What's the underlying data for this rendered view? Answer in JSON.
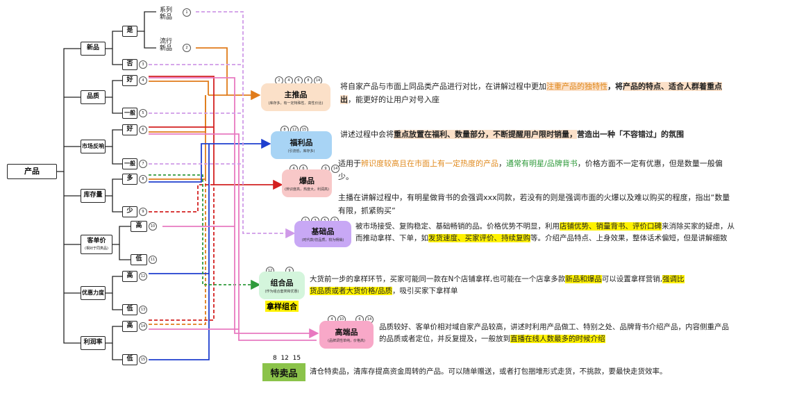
{
  "root": "产品",
  "dimensions": [
    {
      "label": "新品"
    },
    {
      "label": "品质"
    },
    {
      "label": "市场反响"
    },
    {
      "label": "库存量"
    },
    {
      "label": "客单价",
      "note": "(相对于同类品)"
    },
    {
      "label": "优惠力度"
    },
    {
      "label": "利润率"
    }
  ],
  "options": [
    {
      "label": "是",
      "num": ""
    },
    {
      "label": "系列\n新品",
      "num": "1"
    },
    {
      "label": "流行\n新品",
      "num": "2"
    },
    {
      "label": "否",
      "num": "3"
    },
    {
      "label": "好",
      "num": "4"
    },
    {
      "label": "一般",
      "num": "5"
    },
    {
      "label": "好",
      "num": "6"
    },
    {
      "label": "一般",
      "num": "7"
    },
    {
      "label": "多",
      "num": "8"
    },
    {
      "label": "少",
      "num": "9"
    },
    {
      "label": "高",
      "num": "10"
    },
    {
      "label": "低",
      "num": "11"
    },
    {
      "label": "高",
      "num": "12"
    },
    {
      "label": "低",
      "num": "13"
    },
    {
      "label": "高",
      "num": "14"
    },
    {
      "label": "低",
      "num": "15"
    }
  ],
  "categories": [
    {
      "name": "主推品",
      "note": "(库存多，有一定特殊性、高性价比)",
      "badges": [
        "2",
        "4",
        "6",
        "8",
        "14"
      ],
      "color": "#fbe0c8"
    },
    {
      "name": "福利品",
      "note": "(引流低，库存多)",
      "badges": [
        "8",
        "12",
        "15"
      ],
      "color": "#a8d4f5"
    },
    {
      "name": "爆品",
      "note": "(辨识度高，热度大，利润高)",
      "badges": [
        "4",
        "6",
        "9",
        "14"
      ],
      "color": "#f8c8c8"
    },
    {
      "name": "基础品",
      "note": "(时代款/仿品质，较为畅销)",
      "badges": [
        "1",
        "3",
        "5",
        "7"
      ],
      "color": "#c8a8f5"
    },
    {
      "name": "组合品",
      "note": "(作为组合套类和优惠)",
      "badges": [
        "12",
        "9"
      ],
      "color": "#d4f5dc"
    },
    {
      "name": "高端品",
      "note": "(品牌调性单纯，价格高)",
      "badges": [
        "4",
        "10",
        "6",
        "14"
      ],
      "color": "#f8a8c8"
    },
    {
      "name": "特卖品",
      "badge_text": "8  12  15",
      "color": "#8bc34a"
    }
  ],
  "descriptions": {
    "zhutui": {
      "p1": "将自家产品与市面上同品类产品进行对比，在讲解过程中更加",
      "p2": "注重产品的独特性",
      "p3": "，将",
      "p4": "产品的特点、适合人群着重点出",
      "p5": "，能更好的让用户对号入座"
    },
    "fuli": {
      "p1": "讲述过程中会将",
      "p2": "重点放置在福利、数量部分，不断提醒用户限时销量，",
      "p3": "营造出一种「不容错过」的氛围"
    },
    "baopin1": {
      "p1": "适用于",
      "p2": "辨识度较高且在市面上有一定热度的产品",
      "p3": "，",
      "p4": "通常有明星/品牌背书",
      "p5": "，价格方面不一定有优惠，但是数量一般偏少。"
    },
    "baopin2": "主播在讲解过程中，有明星做背书的会强调xxx同款，若没有的则是强调市面的火爆以及难以购买的程度，指出“数量有限，抓紧购买”",
    "jichu": {
      "p1": "被市场接受、复购稳定、基础畅销的品。价格优势不明显，利用",
      "p2": "店铺优势、销量背书、评价口碑",
      "p3": "来消除买家的疑虑，从而推动拿样、下单，如",
      "p4": "发货速度、买家评价、持续复购",
      "p5": "等。介绍产品特点、上身效果，整体话术偏短，但是讲解细致"
    },
    "zuhe": {
      "p1": "大货前一步的拿样环节，买家可能同一款在N个店铺拿样,也可能在一个店拿多款",
      "p2": "新品和爆品",
      "p3": "可以设置拿样营销,",
      "p4": "强调比货品质或者大货价格/品质",
      "p5": "，吸引买家下拿样单"
    },
    "zuhe_tag": "拿样组合",
    "gaoduan": {
      "p1": "品质较好、客单价相对域自家产品较高，讲述时利用产品做工、特别之处、品牌背书介绍产品，内容侧重产品的品质或者定位，并反复提及，一般放到",
      "p2": "直播在线人数最多的时候介绍"
    },
    "temai": "清仓特卖品，清库存提高资金周转的产品。可以随单赠送，或者打包捆堆形式走货，不挑款，要最快走货效率。"
  },
  "colors": {
    "orange": "#e07b1a",
    "red": "#d32020",
    "blue": "#1f3fcf",
    "green": "#2e9a3a",
    "pink": "#e879c0",
    "violet": "#cf9ae8"
  }
}
